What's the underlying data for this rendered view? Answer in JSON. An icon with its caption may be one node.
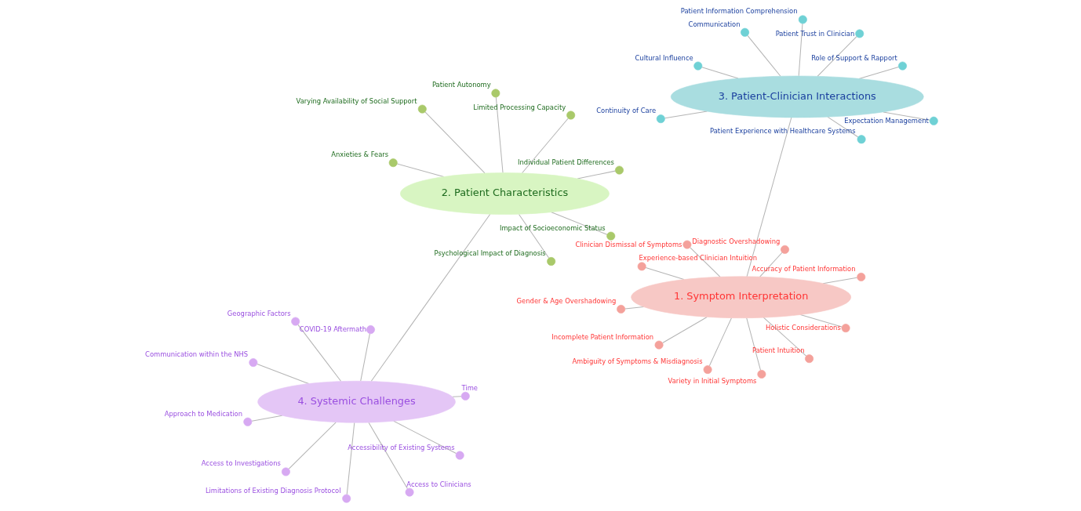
{
  "diagram": {
    "nodes": [
      {
        "text": [
          "4. Systemic Challenges"
        ]
      },
      {
        "text": [],
        "shape": "circle",
        "beside": [
          "Time"
        ]
      },
      {
        "text": [],
        "shape": "circle",
        "beside": [
          "Limitations of Existing Diagnosis Protocol"
        ]
      },
      {
        "text": [],
        "shape": "circle",
        "beside": [
          "Geographic Factors"
        ]
      },
      {
        "text": [],
        "shape": "circle",
        "beside": [
          "COVID-19 Aftermath"
        ]
      },
      {
        "text": [],
        "shape": "circle",
        "beside": [
          "Communication within the NHS"
        ]
      },
      {
        "text": [],
        "shape": "circle",
        "beside": [
          "Approach to Medication"
        ]
      },
      {
        "text": [],
        "shape": "circle",
        "beside": [
          "Accessibility of Existing Systems"
        ]
      },
      {
        "text": [],
        "shape": "circle",
        "beside": [
          "Access to Investigations"
        ]
      },
      {
        "text": [],
        "shape": "circle",
        "beside": [
          "Access to Clinicians"
        ]
      },
      {
        "text": [
          "1. Symptom Interpretation"
        ]
      },
      {
        "text": [],
        "shape": "circle",
        "beside": [
          "Accuracy of Patient Information"
        ]
      },
      {
        "text": [],
        "shape": "circle",
        "beside": [
          "Ambiguity of Symptoms & Misdiagnosis"
        ]
      },
      {
        "text": [],
        "shape": "circle",
        "beside": [
          "Clinician Dismissal of Symptoms"
        ]
      },
      {
        "text": [],
        "shape": "circle",
        "beside": [
          "Diagnostic Overshadowing"
        ]
      },
      {
        "text": [],
        "shape": "circle",
        "beside": [
          "Experience-based Clinician Intuition"
        ]
      },
      {
        "text": [],
        "shape": "circle",
        "beside": [
          "Gender & Age Overshadowing"
        ]
      },
      {
        "text": [],
        "shape": "circle",
        "beside": [
          "Holistic Considerations"
        ]
      },
      {
        "text": [],
        "shape": "circle",
        "beside": [
          "Incomplete Patient Information"
        ]
      },
      {
        "text": [],
        "shape": "circle",
        "beside": [
          "Patient Intuition"
        ]
      },
      {
        "text": [],
        "shape": "circle",
        "beside": [
          "Variety in Initial Symptoms"
        ]
      },
      {
        "text": [
          "3. Patient-Clinician Interactions"
        ]
      },
      {
        "text": [],
        "shape": "circle",
        "beside": [
          "Role of Support & Rapport"
        ]
      },
      {
        "text": [],
        "shape": "circle",
        "beside": [
          "Patient Trust in Clinician"
        ]
      },
      {
        "text": [],
        "shape": "circle",
        "beside": [
          "Patient Information Comprehension"
        ]
      },
      {
        "text": [],
        "shape": "circle",
        "beside": [
          "Patient Experience with Healthcare Systems"
        ]
      },
      {
        "text": [],
        "shape": "circle",
        "beside": [
          "Expectation Management"
        ]
      },
      {
        "text": [],
        "shape": "circle",
        "beside": [
          "Cultural Influence"
        ]
      },
      {
        "text": [],
        "shape": "circle",
        "beside": [
          "Continuity of Care"
        ]
      },
      {
        "text": [],
        "shape": "circle",
        "beside": [
          "Communication"
        ]
      },
      {
        "text": [
          "2. Patient Characteristics"
        ]
      },
      {
        "text": [],
        "shape": "circle",
        "beside": [
          "Anxieties & Fears"
        ]
      },
      {
        "text": [],
        "shape": "circle",
        "beside": [
          "Individual Patient Differences"
        ]
      },
      {
        "text": [],
        "shape": "circle",
        "beside": [
          "Limited Processing Capacity"
        ]
      },
      {
        "text": [],
        "shape": "circle",
        "beside": [
          "Patient Autonomy"
        ]
      },
      {
        "text": [],
        "shape": "circle",
        "beside": [
          "Psychological Impact of Diagnosis"
        ]
      },
      {
        "text": [],
        "shape": "circle",
        "beside": [
          "Impact of Socioeconomic Status"
        ]
      },
      {
        "text": [],
        "shape": "circle",
        "beside": [
          "Varying Availability of Social Support"
        ]
      }
    ],
    "edges": [
      {
        "from": 0,
        "to": 1,
        "arrow": "none"
      },
      {
        "from": 0,
        "to": 2,
        "arrow": "none"
      },
      {
        "from": 0,
        "to": 3,
        "arrow": "none"
      },
      {
        "from": 0,
        "to": 4,
        "arrow": "none"
      },
      {
        "from": 0,
        "to": 5,
        "arrow": "none"
      },
      {
        "from": 0,
        "to": 6,
        "arrow": "none"
      },
      {
        "from": 0,
        "to": 7,
        "arrow": "none"
      },
      {
        "from": 0,
        "to": 8,
        "arrow": "none"
      },
      {
        "from": 0,
        "to": 9,
        "arrow": "none"
      },
      {
        "from": 10,
        "to": 11,
        "arrow": "none"
      },
      {
        "from": 10,
        "to": 12,
        "arrow": "none"
      },
      {
        "from": 10,
        "to": 13,
        "arrow": "none"
      },
      {
        "from": 10,
        "to": 14,
        "arrow": "none"
      },
      {
        "from": 10,
        "to": 15,
        "arrow": "none"
      },
      {
        "from": 10,
        "to": 16,
        "arrow": "none"
      },
      {
        "from": 10,
        "to": 17,
        "arrow": "none"
      },
      {
        "from": 10,
        "to": 18,
        "arrow": "none"
      },
      {
        "from": 10,
        "to": 19,
        "arrow": "none"
      },
      {
        "from": 10,
        "to": 20,
        "arrow": "none"
      },
      {
        "from": 21,
        "to": 22,
        "arrow": "none"
      },
      {
        "from": 21,
        "to": 23,
        "arrow": "none"
      },
      {
        "from": 21,
        "to": 24,
        "arrow": "none"
      },
      {
        "from": 21,
        "to": 25,
        "arrow": "none"
      },
      {
        "from": 21,
        "to": 26,
        "arrow": "none"
      },
      {
        "from": 21,
        "to": 27,
        "arrow": "none"
      },
      {
        "from": 21,
        "to": 28,
        "arrow": "none"
      },
      {
        "from": 21,
        "to": 29,
        "arrow": "none"
      },
      {
        "from": 30,
        "to": 31,
        "arrow": "none"
      },
      {
        "from": 30,
        "to": 32,
        "arrow": "none"
      },
      {
        "from": 30,
        "to": 33,
        "arrow": "none"
      },
      {
        "from": 30,
        "to": 34,
        "arrow": "none"
      },
      {
        "from": 30,
        "to": 35,
        "arrow": "none"
      },
      {
        "from": 30,
        "to": 36,
        "arrow": "none"
      },
      {
        "from": 30,
        "to": 37,
        "arrow": "none"
      },
      {
        "from": 0,
        "to": 30,
        "arrow": "none"
      },
      {
        "from": 10,
        "to": 21,
        "arrow": "none"
      }
    ]
  }
}
